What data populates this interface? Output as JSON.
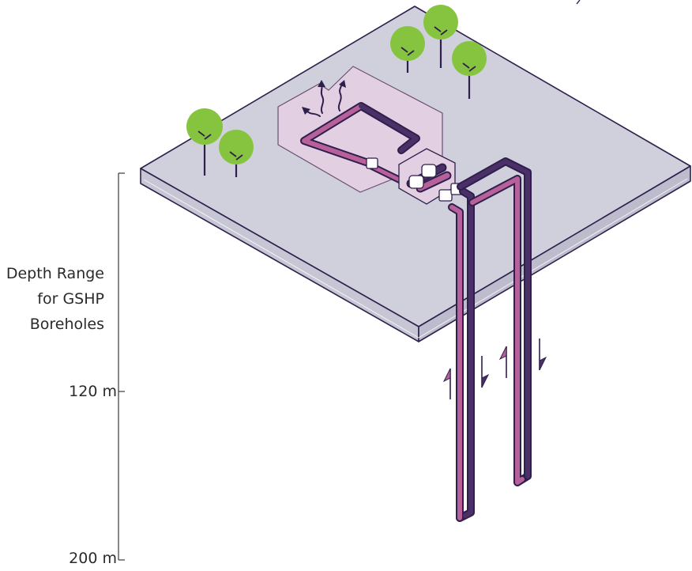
{
  "diagram": {
    "depth_label": {
      "lines": [
        "Depth Range",
        "for GSHP",
        "Boreholes"
      ]
    },
    "depth_ticks": [
      "120 m",
      "200 m"
    ],
    "colors": {
      "ground_top": "#d0cfdc",
      "ground_outline": "#2f1f4d",
      "building": "#e3cfe2",
      "pipe_pink": "#b8609a",
      "pipe_purple": "#4a3066",
      "tree_foliage": "#86c440",
      "tree_trunk": "#2f1f4d",
      "connector": "#ffffff"
    },
    "icons": [
      "tree-icon",
      "heat-arrow-icon",
      "flow-arrow-icon"
    ]
  }
}
